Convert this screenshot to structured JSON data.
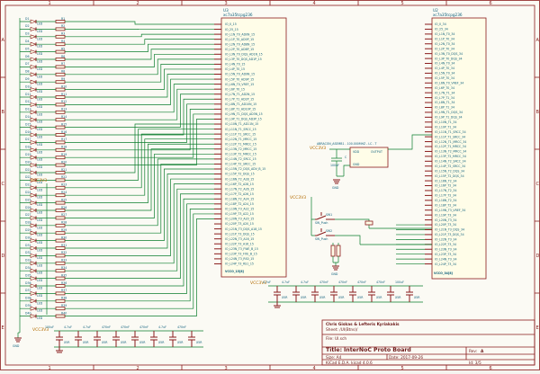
{
  "border": {
    "cols": [
      "1",
      "2",
      "3",
      "4",
      "5",
      "6"
    ],
    "rows": [
      "A",
      "B",
      "C",
      "D",
      "E"
    ]
  },
  "u3": {
    "ref": "U3",
    "value": "xc7a35tcpg236",
    "pins_left": [
      "IO_0_15",
      "IO_25_15",
      "IO_L1N_T0_AD0N_15",
      "IO_L1P_T0_AD0P_15",
      "IO_L2N_T0_AD8N_15",
      "IO_L2P_T0_AD8P_15",
      "IO_L3N_T0_DQS_AD1N_15",
      "IO_L3P_T0_DQS_AD1P_15",
      "IO_L4N_T0_15",
      "IO_L4P_T0_15",
      "IO_L5N_T0_AD9N_15",
      "IO_L5P_T0_AD9P_15",
      "IO_L6N_T0_VREF_15",
      "IO_L6P_T0_15",
      "IO_L7N_T1_AD2N_15",
      "IO_L7P_T1_AD2P_15",
      "IO_L8N_T1_AD10N_15",
      "IO_L8P_T1_AD10P_15",
      "IO_L9N_T1_DQS_AD3N_15",
      "IO_L9P_T1_DQS_AD3P_15",
      "IO_L10N_T1_AD11N_15",
      "IO_L11N_T1_SRCC_15",
      "IO_L11P_T1_SRCC_15",
      "IO_L12N_T1_MRCC_15",
      "IO_L12P_T1_MRCC_15",
      "IO_L13N_T2_MRCC_15",
      "IO_L13P_T2_MRCC_15",
      "IO_L14N_T2_SRCC_15",
      "IO_L14P_T2_SRCC_15",
      "IO_L15N_T2_DQS_ADV_B_15",
      "IO_L15P_T2_DQS_15",
      "IO_L16N_T2_A28_15",
      "IO_L16P_T2_A28_15",
      "IO_L17N_T2_A26_15",
      "IO_L17P_T2_A26_15",
      "IO_L18N_T2_A24_15",
      "IO_L18P_T2_A24_15",
      "IO_L19N_T3_A22_15",
      "IO_L19P_T3_A22_15",
      "IO_L20N_T3_A20_15",
      "IO_L20P_T3_A20_15",
      "IO_L21N_T3_DQS_A18_15",
      "IO_L21P_T3_DQS_15",
      "IO_L22N_T3_A16_15",
      "IO_L22P_T3_A16_15",
      "IO_L23N_T3_FWE_B_15",
      "IO_L23P_T3_FOE_B_15",
      "IO_L24N_T3_RS0_15",
      "IO_L24P_T3_RS1_15"
    ],
    "power": "VCCO_15[8]"
  },
  "u2": {
    "ref": "U2",
    "value": "xc7a35tcpg236",
    "pins_left": [
      "IO_0_34",
      "IO_25_34",
      "IO_L1N_T0_34",
      "IO_L1P_T0_34",
      "IO_L2N_T0_34",
      "IO_L2P_T0_34",
      "IO_L3N_T0_DQS_34",
      "IO_L3P_T0_DQS_34",
      "IO_L4N_T0_34",
      "IO_L4P_T0_34",
      "IO_L5N_T0_34",
      "IO_L5P_T0_34",
      "IO_L6N_T0_VREF_34",
      "IO_L6P_T0_34",
      "IO_L7N_T1_34",
      "IO_L7P_T1_34",
      "IO_L8N_T1_34",
      "IO_L8P_T1_34",
      "IO_L9N_T1_DQS_34",
      "IO_L9P_T1_DQS_34",
      "IO_L10N_T1_34",
      "IO_L10P_T1_34",
      "IO_L11N_T1_SRCC_34",
      "IO_L11P_T1_SRCC_34",
      "IO_L12N_T1_MRCC_34",
      "IO_L12P_T1_MRCC_34",
      "IO_L13N_T2_MRCC_34",
      "IO_L13P_T2_MRCC_34",
      "IO_L14N_T2_SRCC_34",
      "IO_L14P_T2_SRCC_34",
      "IO_L15N_T2_DQS_34",
      "IO_L15P_T2_DQS_34",
      "IO_L16N_T2_34",
      "IO_L16P_T2_34",
      "IO_L17N_T2_34",
      "IO_L17P_T2_34",
      "IO_L18N_T2_34",
      "IO_L18P_T2_34",
      "IO_L19N_T3_VREF_34",
      "IO_L19P_T3_34",
      "IO_L20N_T3_34",
      "IO_L20P_T3_34",
      "IO_L21N_T3_DQS_34",
      "IO_L21P_T3_DQS_34",
      "IO_L22N_T3_34",
      "IO_L22P_T3_34",
      "IO_L23N_T3_34",
      "IO_L23P_T3_34",
      "IO_L24N_T3_34",
      "IO_L24P_T3_34"
    ],
    "power": "VCCO_34[8]"
  },
  "oscillator": {
    "part": "ABRACON_ASEMB1 - 100.000MHZ - LC - T",
    "pin_vdd": "VDD",
    "pin_out": "OUTPUT",
    "pin_gnd": "GND",
    "cap": "C",
    "cap_value": "100nF",
    "gnd": "GND"
  },
  "power_labels": {
    "vcc3v3": "VCC3V3",
    "gnd": "GND"
  },
  "switches": {
    "sw1": "SW1",
    "sw1_value": "SW_Push",
    "sw2": "SW2",
    "sw2_value": "SW_Push"
  },
  "leds": {
    "ref_prefix": "D",
    "value": "LED",
    "res_value": "R"
  },
  "decoupling": {
    "bank_a": [
      "4.7uF",
      "4.7uF",
      "4.7uF",
      "470nF",
      "470nF",
      "470nF",
      "470nF",
      "100uF"
    ],
    "bank_b": [
      "100uF",
      "4.7uF",
      "4.7uF",
      "470nF",
      "470nF",
      "470nF",
      "4.7uF",
      "470nF"
    ],
    "voltage": "X5R"
  },
  "title_block": {
    "authors": "Chris Giskas & Lefteris Kyriakakis",
    "sheet": "Sheet: /UI(Btns)/",
    "file": "File: UI.sch",
    "title_prefix": "Title:",
    "title": "InterNoC Proto Board",
    "size": "Size: A4",
    "date": "Date: 2017-09-26",
    "rev_label": "Rev:",
    "rev": "A",
    "kicad": "KiCad E.D.A.  kicad 4.0.6",
    "id": "Id: 3/5"
  }
}
